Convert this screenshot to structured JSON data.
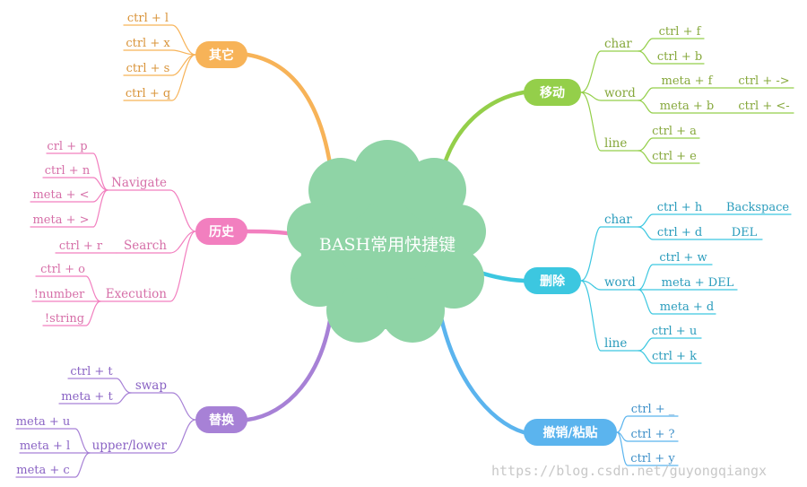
{
  "center": {
    "label": "BASH常用快捷键",
    "color": "#8fd4a6"
  },
  "branches": {
    "other": {
      "label": "其它",
      "color": "#f7b358",
      "text_color": "#d9943a",
      "leaves": [
        "ctrl + l",
        "ctrl + x",
        "ctrl + s",
        "ctrl + q"
      ]
    },
    "history": {
      "label": "历史",
      "color": "#f27fbf",
      "text_color": "#d66fa8",
      "groups": [
        {
          "label": "Navigate",
          "leaves": [
            "crl + p",
            "ctrl + n",
            "meta + <",
            "meta + >"
          ]
        },
        {
          "label": "Search",
          "leaves": [
            "ctrl + r"
          ]
        },
        {
          "label": "Execution",
          "leaves": [
            "ctrl + o",
            "!number",
            "!string"
          ]
        }
      ]
    },
    "replace": {
      "label": "替换",
      "color": "#a781d6",
      "text_color": "#8a63c4",
      "groups": [
        {
          "label": "swap",
          "leaves": [
            "ctrl + t",
            "meta + t"
          ]
        },
        {
          "label": "upper/lower",
          "leaves": [
            "meta + u",
            "meta + l",
            "meta + c"
          ]
        }
      ]
    },
    "move": {
      "label": "移动",
      "color": "#94cf4a",
      "text_color": "#86a83c",
      "groups": [
        {
          "label": "char",
          "leaves": [
            [
              "ctrl + f"
            ],
            [
              "ctrl + b"
            ]
          ]
        },
        {
          "label": "word",
          "leaves": [
            [
              "meta + f",
              "ctrl + ->"
            ],
            [
              "meta + b",
              "ctrl + <-"
            ]
          ]
        },
        {
          "label": "line",
          "leaves": [
            [
              "ctrl + a"
            ],
            [
              "ctrl + e"
            ]
          ]
        }
      ]
    },
    "delete": {
      "label": "删除",
      "color": "#3cc7e0",
      "text_color": "#2a9cbc",
      "groups": [
        {
          "label": "char",
          "leaves": [
            [
              "ctrl + h",
              "Backspace"
            ],
            [
              "ctrl + d",
              "DEL"
            ]
          ]
        },
        {
          "label": "word",
          "leaves": [
            [
              "ctrl + w"
            ],
            [
              "meta + DEL"
            ],
            [
              "meta + d"
            ]
          ]
        },
        {
          "label": "line",
          "leaves": [
            [
              "ctrl + u"
            ],
            [
              "ctrl + k"
            ]
          ]
        }
      ]
    },
    "undo": {
      "label": "撤销/粘贴",
      "color": "#5bb4ee",
      "text_color": "#3d8fc8",
      "leaves": [
        "ctrl + _",
        "ctrl + ?",
        "ctrl + y"
      ]
    }
  },
  "watermark": "https://blog.csdn.net/guyongqiangx"
}
